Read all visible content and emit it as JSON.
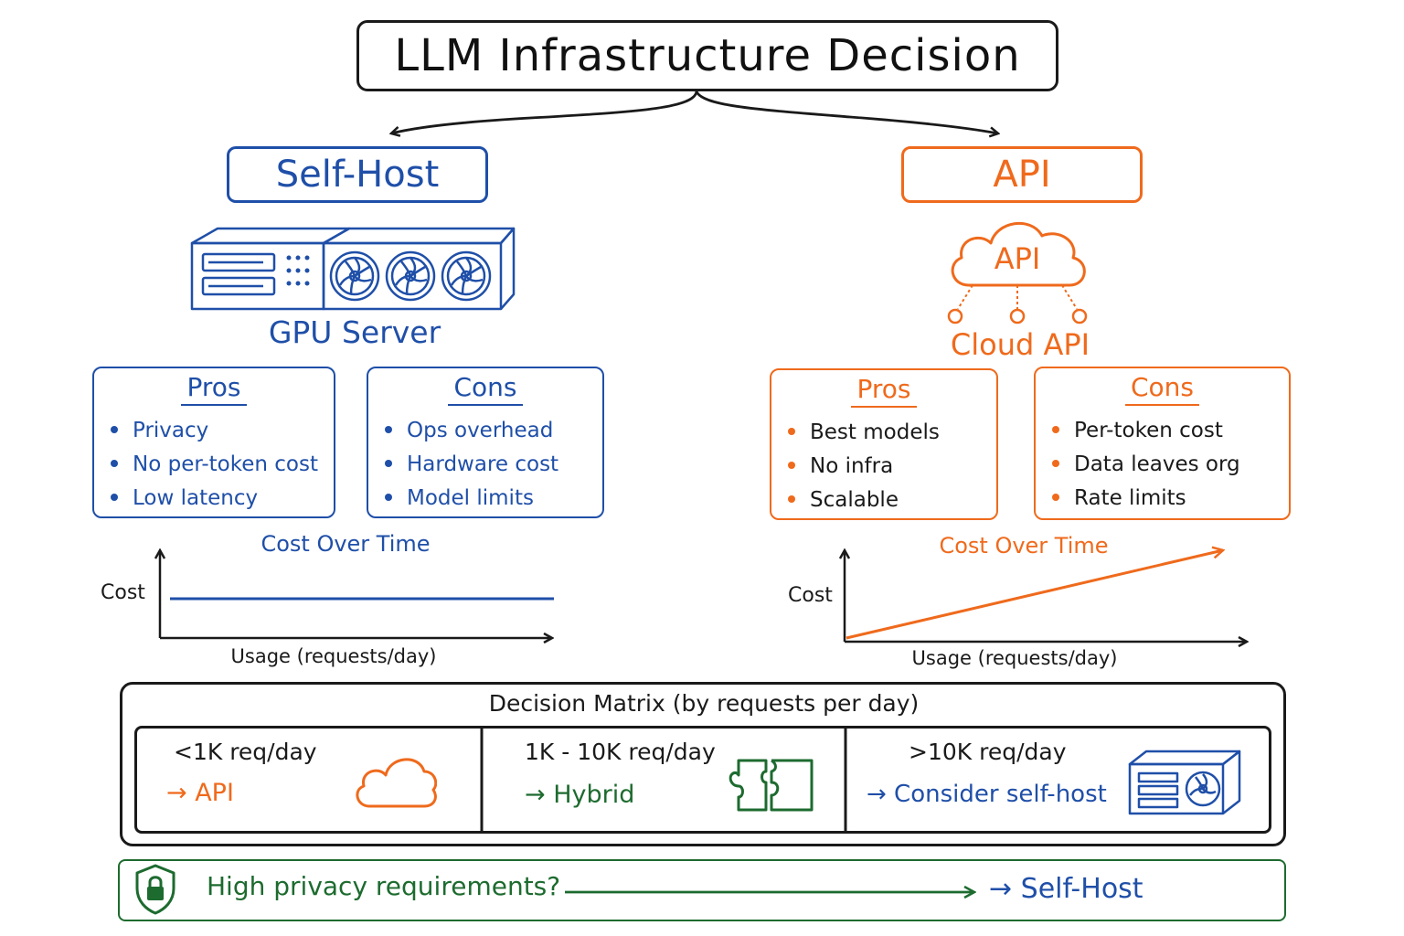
{
  "title": "LLM Infrastructure Decision",
  "colors": {
    "self_host": "#1f4fa8",
    "api": "#ef6a1c",
    "hybrid": "#1d6b2f",
    "ink": "#1a1a1a"
  },
  "self_host": {
    "heading": "Self-Host",
    "illustration_label": "GPU Server",
    "illustration_icon": "gpu-server-icon",
    "pros": {
      "title": "Pros",
      "items": [
        "Privacy",
        "No per-token cost",
        "Low latency"
      ]
    },
    "cons": {
      "title": "Cons",
      "items": [
        "Ops overhead",
        "Hardware cost",
        "Model limits"
      ]
    },
    "chart": {
      "title": "Cost Over Time",
      "ylabel": "Cost",
      "xlabel": "Usage (requests/day)"
    }
  },
  "api": {
    "heading": "API",
    "illustration_label": "Cloud API",
    "cloud_text": "API",
    "illustration_icon": "cloud-api-icon",
    "pros": {
      "title": "Pros",
      "items": [
        "Best models",
        "No infra",
        "Scalable"
      ]
    },
    "cons": {
      "title": "Cons",
      "items": [
        "Per-token cost",
        "Data leaves org",
        "Rate limits"
      ]
    },
    "chart": {
      "title": "Cost Over Time",
      "ylabel": "Cost",
      "xlabel": "Usage (requests/day)"
    }
  },
  "matrix": {
    "title": "Decision Matrix (by requests per day)",
    "cells": [
      {
        "range": "<1K req/day",
        "recommendation": "→ API",
        "icon": "cloud-icon"
      },
      {
        "range": "1K - 10K req/day",
        "recommendation": "→ Hybrid",
        "icon": "puzzle-icon"
      },
      {
        "range": ">10K req/day",
        "recommendation": "→ Consider self-host",
        "icon": "server-icon"
      }
    ]
  },
  "privacy": {
    "question": "High privacy requirements?",
    "result": "→ Self-Host",
    "icon": "shield-lock-icon"
  }
}
